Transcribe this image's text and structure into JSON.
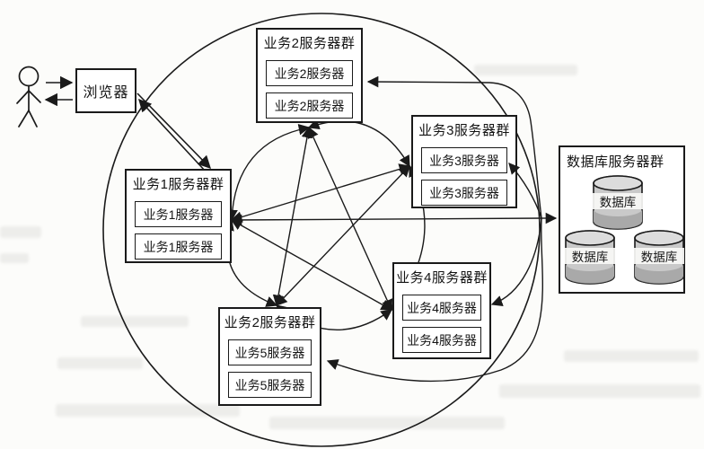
{
  "figure": {
    "description_colors": {
      "line": "#1a1a1a",
      "paper": "#fcfcfa",
      "cylinder_body": "#c9c9c9",
      "cylinder_top": "#dcdcdc",
      "cylinder_band": "#a9a9a9"
    }
  },
  "browser": {
    "label": "浏览器"
  },
  "clusters": [
    {
      "title": "业务1服务器群",
      "servers": [
        "业务1服务器",
        "业务1服务器"
      ]
    },
    {
      "title": "业务2服务器群",
      "servers": [
        "业务2服务器",
        "业务2服务器"
      ]
    },
    {
      "title": "业务3服务器群",
      "servers": [
        "业务3服务器",
        "业务3服务器"
      ]
    },
    {
      "title": "业务4服务器群",
      "servers": [
        "业务4服务器",
        "业务4服务器"
      ]
    },
    {
      "title": "业务2服务器群",
      "servers": [
        "业务5服务器",
        "业务5服务器"
      ]
    }
  ],
  "database_cluster": {
    "title": "数据库服务器群",
    "databases": [
      "数据库",
      "数据库",
      "数据库"
    ]
  }
}
